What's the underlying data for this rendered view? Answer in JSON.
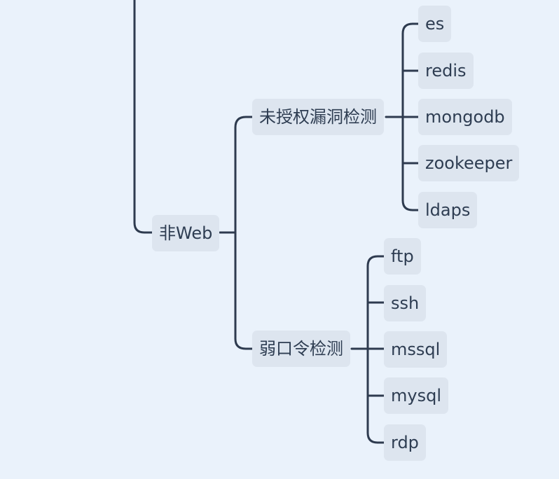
{
  "mindmap": {
    "root": {
      "label": "非Web",
      "children": [
        {
          "label": "未授权漏洞检测",
          "children": [
            "es",
            "redis",
            "mongodb",
            "zookeeper",
            "ldaps"
          ]
        },
        {
          "label": "弱口令检测",
          "children": [
            "ftp",
            "ssh",
            "mssql",
            "mysql",
            "rdp"
          ]
        }
      ]
    }
  }
}
